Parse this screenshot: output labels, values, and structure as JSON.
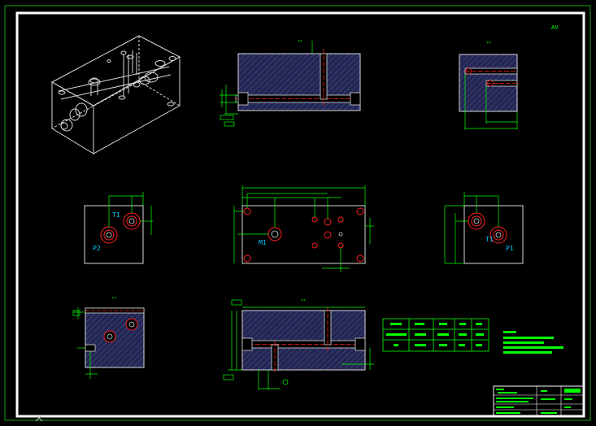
{
  "drawing": {
    "port_labels": {
      "t1_left": "T1",
      "p2_left": "P2",
      "m1_center": "M1",
      "t1_right": "T1",
      "p1_right": "P1"
    },
    "corner_mark": "AV"
  },
  "colors": {
    "background": "#000000",
    "outline": "#ffffff",
    "dimension": "#00ff00",
    "hatch": "#3a3f8c",
    "hole": "#ff2020",
    "port_label": "#00c8ff",
    "frame_outer": "#17a317"
  }
}
